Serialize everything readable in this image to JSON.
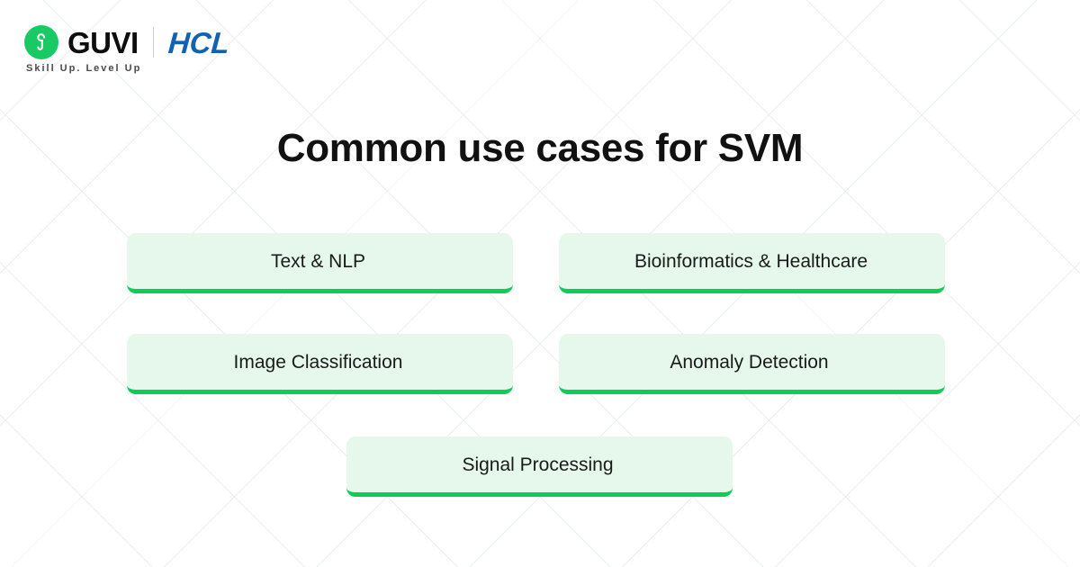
{
  "brand": {
    "logo_icon": "guvi-circle-g-icon",
    "guvi_name": "GUVI",
    "partner_name": "HCL",
    "tagline": "Skill Up. Level Up",
    "guvi_green": "#18c964",
    "hcl_blue": "#1262b3"
  },
  "slide": {
    "title": "Common use cases for SVM",
    "background": "#ffffff",
    "pattern_color": "#eceef0",
    "card_fill": "#e6f8ec",
    "card_accent": "#0ccd55",
    "cards": [
      {
        "label": "Text & NLP"
      },
      {
        "label": "Bioinformatics & Healthcare"
      },
      {
        "label": "Image Classification"
      },
      {
        "label": "Anomaly Detection"
      },
      {
        "label": "Signal Processing"
      }
    ]
  }
}
